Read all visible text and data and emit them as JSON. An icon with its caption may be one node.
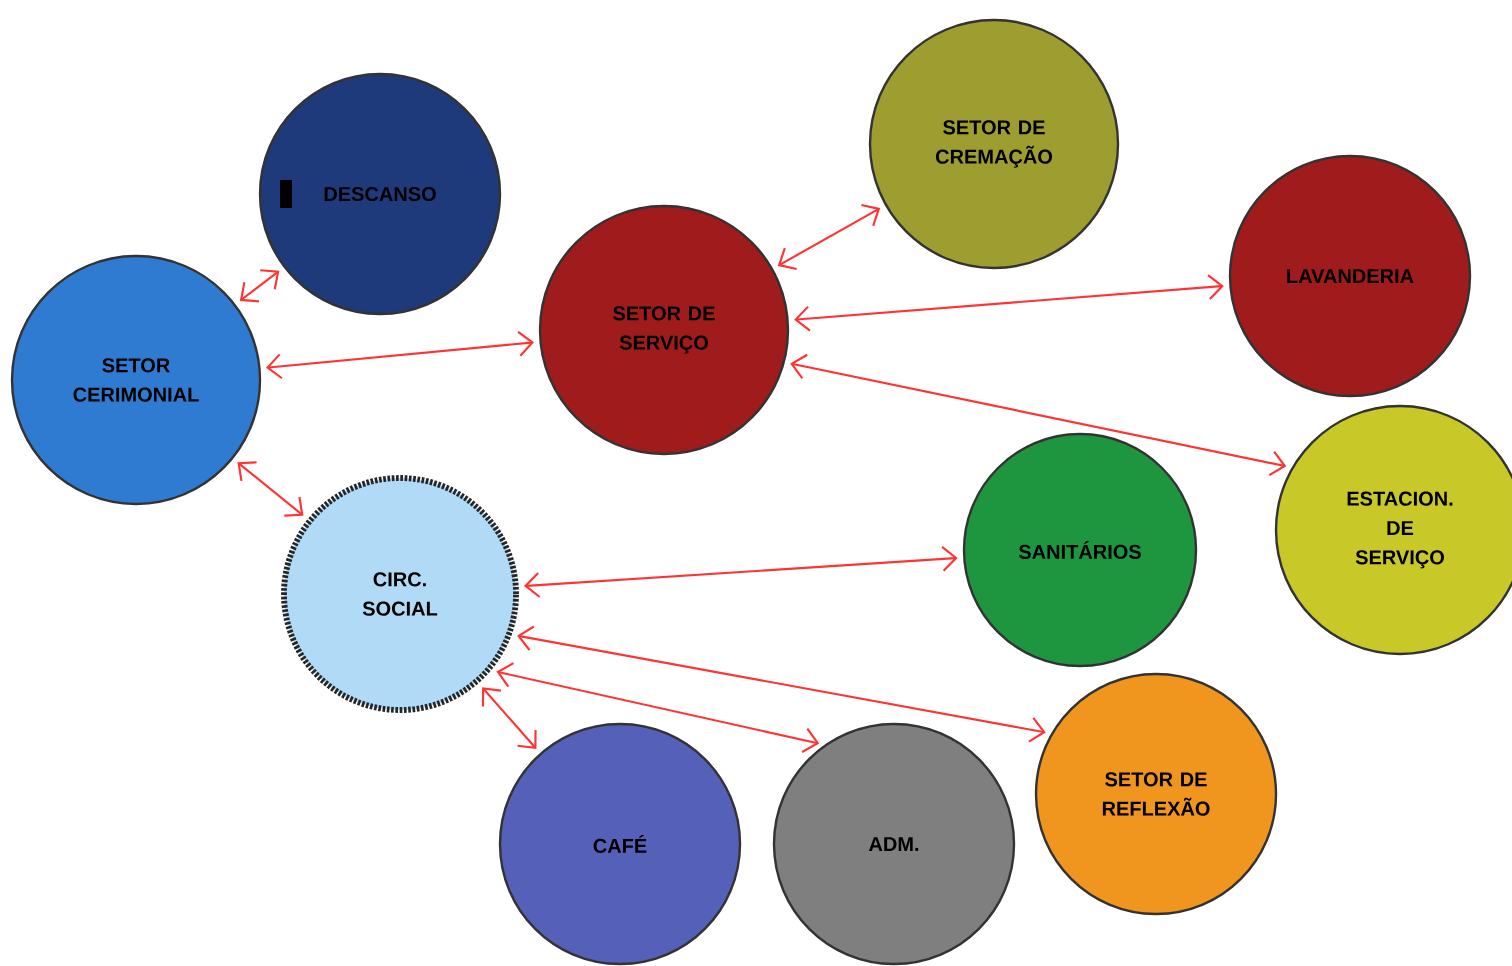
{
  "diagram": {
    "nodes": [
      {
        "text": [
          "DESCANSO"
        ]
      },
      {
        "text": [
          "SETOR CERIMONIAL"
        ]
      },
      {
        "text": [
          "SETOR DE SERVIÇO"
        ]
      },
      {
        "text": [
          "SETOR DE CREMAÇÃO"
        ]
      },
      {
        "text": [
          "LAVANDERIA"
        ]
      },
      {
        "text": [
          "ESTACION. DE SERVIÇO"
        ]
      },
      {
        "text": [
          "CIRC. SOCIAL"
        ]
      },
      {
        "text": [
          "SANITÁRIOS"
        ]
      },
      {
        "text": [
          "SETOR DE REFLEXÃO"
        ]
      },
      {
        "text": [
          "CAFÉ"
        ]
      },
      {
        "text": [
          "ADM."
        ]
      }
    ],
    "edges": [
      {
        "from": 1,
        "to": 0,
        "arrow": "both"
      },
      {
        "from": 1,
        "to": 2,
        "arrow": "both"
      },
      {
        "from": 1,
        "to": 6,
        "arrow": "both"
      },
      {
        "from": 2,
        "to": 3,
        "arrow": "both"
      },
      {
        "from": 2,
        "to": 4,
        "arrow": "both"
      },
      {
        "from": 2,
        "to": 5,
        "arrow": "both"
      },
      {
        "from": 6,
        "to": 7,
        "arrow": "both"
      },
      {
        "from": 6,
        "to": 8,
        "arrow": "both"
      },
      {
        "from": 6,
        "to": 10,
        "arrow": "both"
      },
      {
        "from": 6,
        "to": 9,
        "arrow": "both"
      }
    ]
  }
}
